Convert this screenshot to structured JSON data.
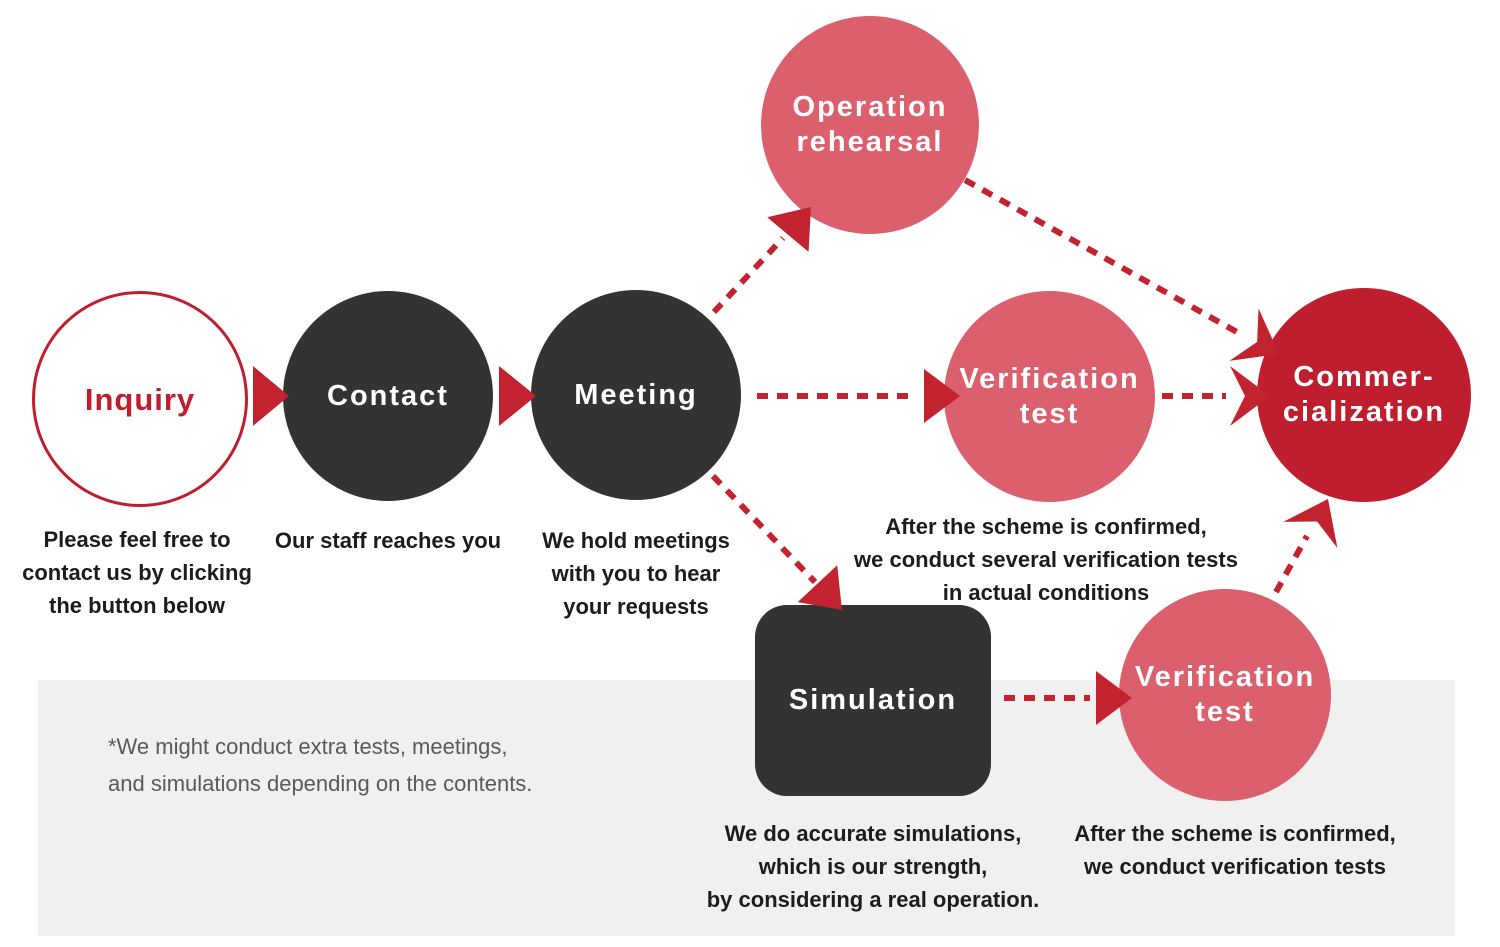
{
  "colors": {
    "dark": "#333333",
    "pink": "#DC5F6E",
    "deep_red": "#BE1E2D",
    "arrow_red": "#C2232E",
    "panel_gray": "#F0F0F0",
    "note_gray": "#595959",
    "caption_black": "#1C1C1C"
  },
  "nodes": {
    "inquiry": {
      "label": "Inquiry",
      "caption": "Please feel free to\ncontact us by clicking\nthe button below"
    },
    "contact": {
      "label": "Contact",
      "caption": "Our staff reaches you"
    },
    "meeting": {
      "label": "Meeting",
      "caption": "We hold meetings\nwith you to hear\nyour requests"
    },
    "operation_rehearsal": {
      "label": "Operation\nrehearsal"
    },
    "verification_mid": {
      "label": "Verification\ntest",
      "caption": "After the scheme is confirmed,\nwe conduct several verification tests\nin actual conditions"
    },
    "simulation": {
      "label": "Simulation",
      "caption": "We do accurate simulations,\nwhich is our strength,\nby considering a real operation."
    },
    "verification_bottom": {
      "label": "Verification\ntest",
      "caption": "After the scheme is confirmed,\nwe conduct verification tests"
    },
    "commercialization": {
      "label": "Commer-\ncialization"
    }
  },
  "note": {
    "text": "*We might conduct extra tests, meetings,\nand simulations depending on the contents."
  }
}
